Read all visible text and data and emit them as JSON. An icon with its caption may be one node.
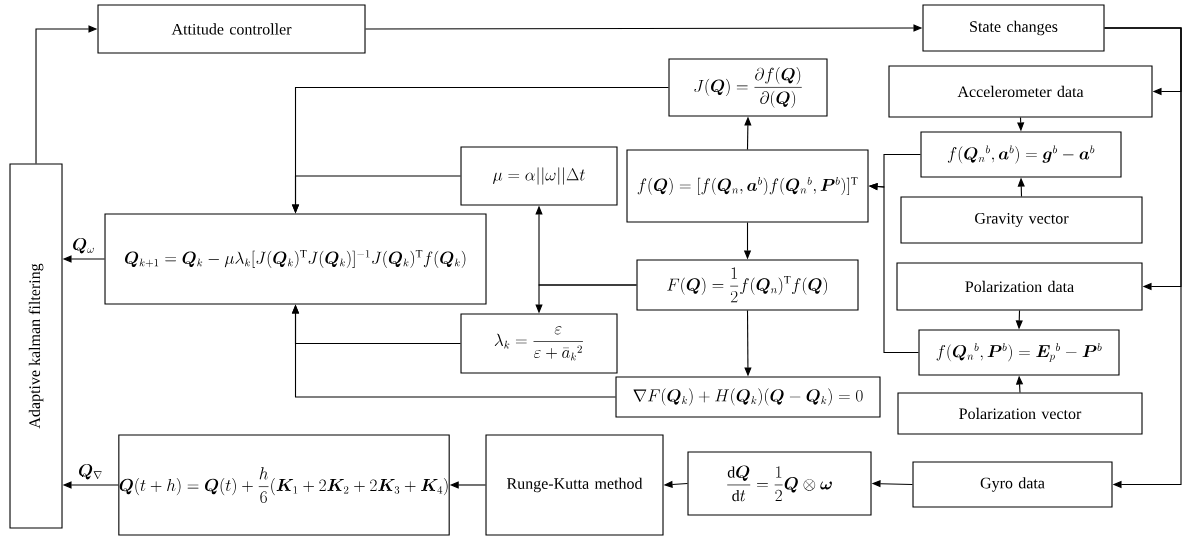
{
  "diagram": {
    "nodes": [
      {
        "text": [
          "Adaptive kalman filtering"
        ]
      },
      {
        "text": [
          "Attitude controller"
        ]
      },
      {
        "text": [
          "State changes"
        ]
      },
      {
        "text": [
          "J(\\boldsymbol{Q})=\\frac{\\partial f(\\boldsymbol{Q})}{\\partial(\\boldsymbol{Q})}"
        ]
      },
      {
        "text": [
          "Accelerometer data"
        ]
      },
      {
        "text": [
          "\\mu=\\alpha||\\omega||\\Delta t"
        ]
      },
      {
        "text": [
          "f(\\boldsymbol{Q})=[f(\\boldsymbol{Q}_n,\\boldsymbol{a}^b)f(\\boldsymbol{Q}_n{}^b,\\boldsymbol{P}^b)]^{\\mathrm{T}}"
        ]
      },
      {
        "text": [
          "f(\\boldsymbol{Q}_n{}^b,\\boldsymbol{a}^b)=\\boldsymbol{g}^b-\\boldsymbol{a}^b"
        ]
      },
      {
        "text": [
          "\\boldsymbol{Q}_{k+1}=\\boldsymbol{Q}_k-\\mu\\lambda_k[J(\\boldsymbol{Q}_k)^{\\mathrm{T}}J(\\boldsymbol{Q}_k)]^{-1}J(\\boldsymbol{Q}_k)^{\\mathrm{T}}f(\\boldsymbol{Q}_k)"
        ]
      },
      {
        "text": [
          "Gravity vector"
        ]
      },
      {
        "text": [
          "F(\\boldsymbol{Q})=\\frac{1}{2}f(\\boldsymbol{Q}_n)^{\\mathrm{T}}f(\\boldsymbol{Q})"
        ]
      },
      {
        "text": [
          "Polarization data"
        ]
      },
      {
        "text": [
          "\\lambda_k=\\frac{\\varepsilon}{\\varepsilon+\\bar{a}_k{}^2}"
        ]
      },
      {
        "text": [
          "f(\\boldsymbol{Q}_n{}^b,\\boldsymbol{P}^b)=\\boldsymbol{E}_p{}^b-\\boldsymbol{P}^b"
        ]
      },
      {
        "text": [
          "\\nabla F(\\boldsymbol{Q}_k)+H(\\boldsymbol{Q}_k)(\\boldsymbol{Q}-\\boldsymbol{Q}_k)=0"
        ]
      },
      {
        "text": [
          "Polarization vector"
        ]
      },
      {
        "text": [
          "\\boldsymbol{Q}(t+h)=\\boldsymbol{Q}(t)+\\frac{h}{6}(\\boldsymbol{K}_1+2\\boldsymbol{K}_2+2\\boldsymbol{K}_3+\\boldsymbol{K}_4)"
        ]
      },
      {
        "text": [
          "Runge-Kutta method"
        ]
      },
      {
        "text": [
          "\\frac{\\mathrm{d}\\boldsymbol{Q}}{\\mathrm{d}t}=\\frac{1}{2}\\boldsymbol{Q}\\otimes\\boldsymbol{\\omega}"
        ]
      },
      {
        "text": [
          "Gyro data"
        ]
      }
    ],
    "edges": [
      {
        "from": 0,
        "to": 1,
        "arrow": "to"
      },
      {
        "from": 1,
        "to": 2,
        "arrow": "to"
      },
      {
        "from": 2,
        "to": 4,
        "arrow": "to"
      },
      {
        "from": 2,
        "to": 11,
        "arrow": "to"
      },
      {
        "from": 2,
        "to": 19,
        "arrow": "to"
      },
      {
        "from": 4,
        "to": 7,
        "arrow": "to"
      },
      {
        "from": 9,
        "to": 7,
        "arrow": "to"
      },
      {
        "from": 7,
        "to": 6,
        "arrow": "to"
      },
      {
        "from": 11,
        "to": 13,
        "arrow": "to"
      },
      {
        "from": 15,
        "to": 13,
        "arrow": "to"
      },
      {
        "from": 13,
        "to": 6,
        "arrow": "to"
      },
      {
        "from": 6,
        "to": 3,
        "arrow": "to"
      },
      {
        "from": 6,
        "to": 10,
        "arrow": "to"
      },
      {
        "from": 10,
        "to": 14,
        "arrow": "to"
      },
      {
        "from": 3,
        "to": 8,
        "arrow": "to"
      },
      {
        "from": 5,
        "to": 8,
        "arrow": "to"
      },
      {
        "from": 10,
        "to": 5,
        "arrow": "to"
      },
      {
        "from": 10,
        "to": 12,
        "arrow": "to"
      },
      {
        "from": 12,
        "to": 8,
        "arrow": "to"
      },
      {
        "from": 14,
        "to": 8,
        "arrow": "to"
      },
      {
        "from": 8,
        "to": 0,
        "arrow": "to",
        "label": "\\boldsymbol{Q}_{\\omega}"
      },
      {
        "from": 16,
        "to": 0,
        "arrow": "to",
        "label": "\\boldsymbol{Q}_{\\nabla}"
      },
      {
        "from": 17,
        "to": 16,
        "arrow": "to"
      },
      {
        "from": 18,
        "to": 17,
        "arrow": "to"
      },
      {
        "from": 19,
        "to": 18,
        "arrow": "to"
      }
    ]
  }
}
